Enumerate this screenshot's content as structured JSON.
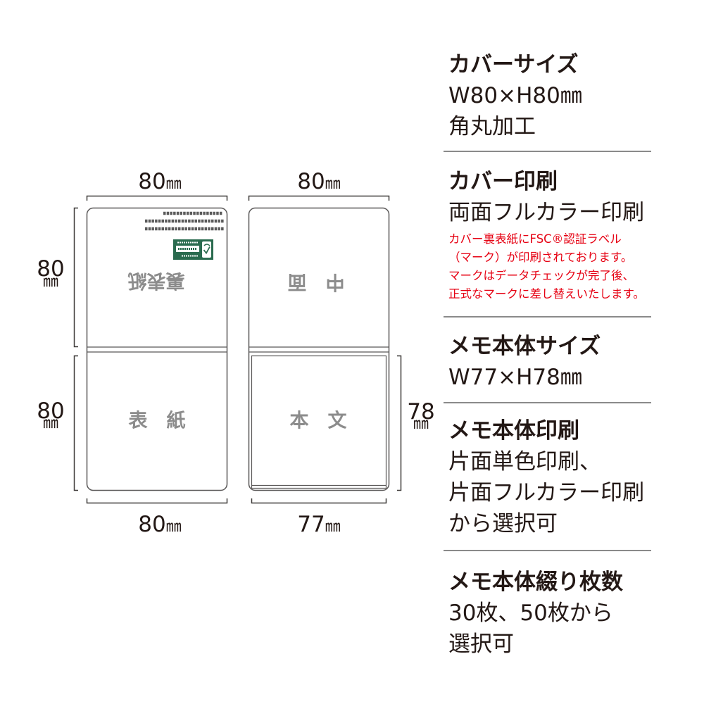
{
  "diagram": {
    "cover_outside": {
      "top_dimension": {
        "value": "80",
        "unit": "㎜"
      },
      "left_upper_dimension": {
        "value": "80",
        "unit": "㎜"
      },
      "left_lower_dimension": {
        "value": "80",
        "unit": "㎜"
      },
      "bottom_dimension": {
        "value": "80",
        "unit": "㎜"
      },
      "back_cover_label": "裏表紙",
      "front_cover_label": "表　紙"
    },
    "cover_inside": {
      "top_dimension": {
        "value": "80",
        "unit": "㎜"
      },
      "right_dimension": {
        "value": "78",
        "unit": "㎜"
      },
      "bottom_dimension": {
        "value": "77",
        "unit": "㎜"
      },
      "inner_cover_label": "中　面",
      "memo_body_label": "本　文"
    }
  },
  "specs": [
    {
      "heading": "カバーサイズ",
      "lines": [
        "W80×H80㎜",
        "角丸加工"
      ]
    },
    {
      "heading": "カバー印刷",
      "lines": [
        "両面フルカラー印刷"
      ],
      "notes": [
        "カバー裏表紙にFSC®認証ラベル",
        "（マーク）が印刷されております。",
        "マークはデータチェックが完了後、",
        "正式なマークに差し替えいたします。"
      ]
    },
    {
      "heading": "メモ本体サイズ",
      "lines": [
        "W77×H78㎜"
      ]
    },
    {
      "heading": "メモ本体印刷",
      "lines": [
        "片面単色印刷、",
        "片面フルカラー印刷",
        "から選択可"
      ]
    },
    {
      "heading": "メモ本体綴り枚数",
      "lines": [
        "30枚、50枚から",
        "選択可"
      ]
    }
  ],
  "colors": {
    "text": "#231815",
    "note_red": "#e60012",
    "part_label_gray": "#8c8c8c",
    "outline": "#595757",
    "dimension_line": "#3e3a39",
    "divider": "#8a8a8a",
    "fsc_green": "#2a6b4f"
  }
}
